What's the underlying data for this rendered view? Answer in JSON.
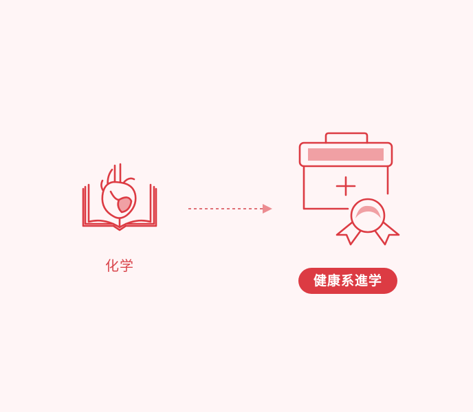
{
  "diagram": {
    "from": {
      "label": "化学",
      "icon": "heart-book-icon"
    },
    "to": {
      "label": "健康系進学",
      "icon": "medical-kit-award-icon"
    },
    "arrow": "dashed-arrow-right"
  },
  "colors": {
    "background": "#fff5f6",
    "primary": "#dc3b43",
    "accent_light": "#f0a0a4"
  }
}
